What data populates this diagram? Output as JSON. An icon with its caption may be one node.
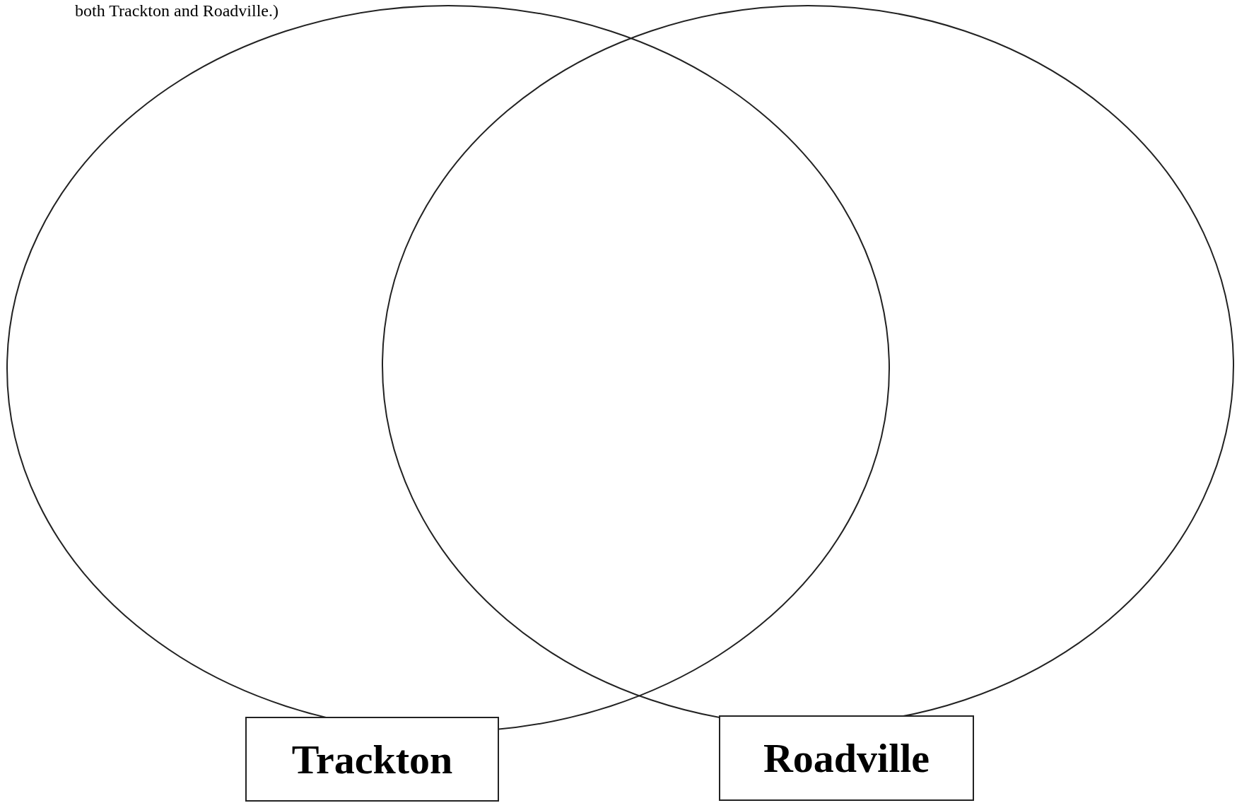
{
  "diagram": {
    "nodes": [
      {
        "text": [],
        "shape": "circle"
      },
      {
        "text": [],
        "shape": "circle"
      },
      {
        "text": [
          "Trackton"
        ]
      },
      {
        "text": [
          "Roadville"
        ]
      }
    ],
    "labels": [
      "both Trackton and Roadville.)"
    ]
  }
}
